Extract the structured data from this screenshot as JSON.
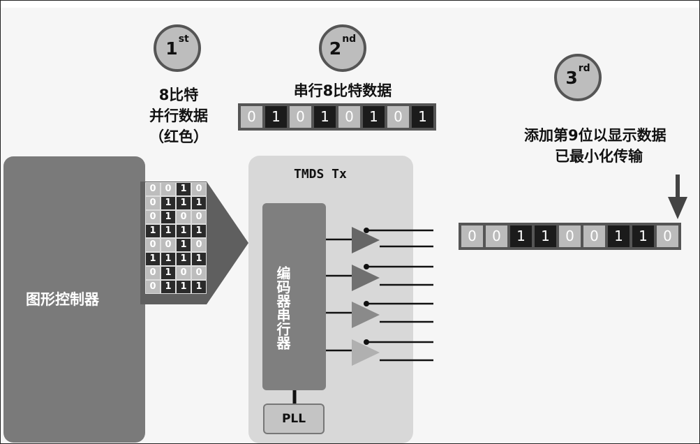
{
  "steps": {
    "first": {
      "num": "1",
      "suffix": "st"
    },
    "second": {
      "num": "2",
      "suffix": "nd"
    },
    "third": {
      "num": "3",
      "suffix": "rd"
    }
  },
  "captions": {
    "parallel_line1": "8比特",
    "parallel_line2": "并行数据",
    "parallel_line3": "（红色）",
    "serial": "串行8比特数据",
    "ninth_line1": "添加第9位以显示数据",
    "ninth_line2": "已最小化传输"
  },
  "serial_bits": [
    "0",
    "1",
    "0",
    "1",
    "0",
    "1",
    "0",
    "1"
  ],
  "ninth_bits": [
    "0",
    "0",
    "1",
    "1",
    "0",
    "0",
    "1",
    "1",
    "0"
  ],
  "parallel_bits": [
    [
      "0",
      "0",
      "1",
      "0"
    ],
    [
      "0",
      "1",
      "1",
      "1"
    ],
    [
      "0",
      "1",
      "0",
      "0"
    ],
    [
      "1",
      "1",
      "1",
      "1"
    ],
    [
      "0",
      "0",
      "1",
      "0"
    ],
    [
      "1",
      "1",
      "1",
      "1"
    ],
    [
      "0",
      "1",
      "0",
      "0"
    ],
    [
      "0",
      "1",
      "1",
      "1"
    ]
  ],
  "blocks": {
    "graphics_controller": "图形控制器",
    "tmds_tx": "TMDS Tx",
    "encoder_serializer_line1": "编码器",
    "encoder_serializer_line2": "串行器",
    "pll": "PLL"
  },
  "colors": {
    "bit_on": "#1b1b1b",
    "bit_off": "#bbbbbb",
    "controller": "#7a7a7a",
    "tmds_panel": "#d8d8d8"
  }
}
